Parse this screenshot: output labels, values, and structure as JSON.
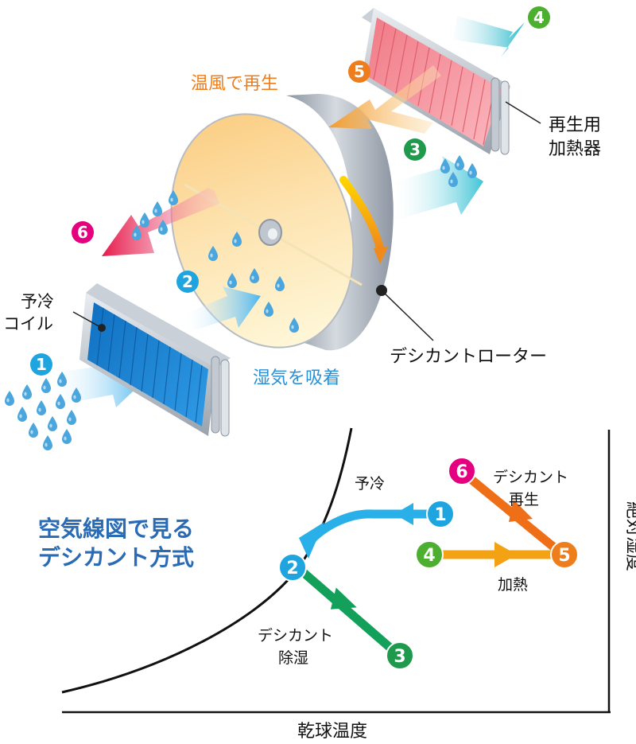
{
  "top": {
    "regen_air": "温風で再生",
    "heater": [
      "再生用",
      "加熱器"
    ],
    "precool": [
      "予冷",
      "コイル"
    ],
    "adsorb": "湿気を吸着",
    "rotor": "デシカントローター",
    "steps": [
      "1",
      "2",
      "3",
      "4",
      "5",
      "6"
    ]
  },
  "chart": {
    "title": [
      "空気線図で見る",
      "デシカント方式"
    ],
    "xlabel": "乾球温度",
    "ylabel": "絶対湿度",
    "path_labels": {
      "precool": "予冷",
      "dehumid": [
        "デシカント",
        "除湿"
      ],
      "heat": "加熱",
      "regen": [
        "デシカント",
        "再生"
      ]
    }
  },
  "colors": {
    "s1": "#1ea5e0",
    "s2": "#1ea5e0",
    "s3": "#1f9a4c",
    "s4": "#4caf2f",
    "s5": "#ee7d1c",
    "s6": "#e4007f",
    "precool_path": "#29b0e8",
    "dehumid_path": "#12a05a",
    "heat_path": "#f2a213",
    "regen_path": "#ee6f17",
    "title": "#2a6bb5",
    "regen_text": "#ee7d1c",
    "adsorb_text": "#2a90d6"
  }
}
